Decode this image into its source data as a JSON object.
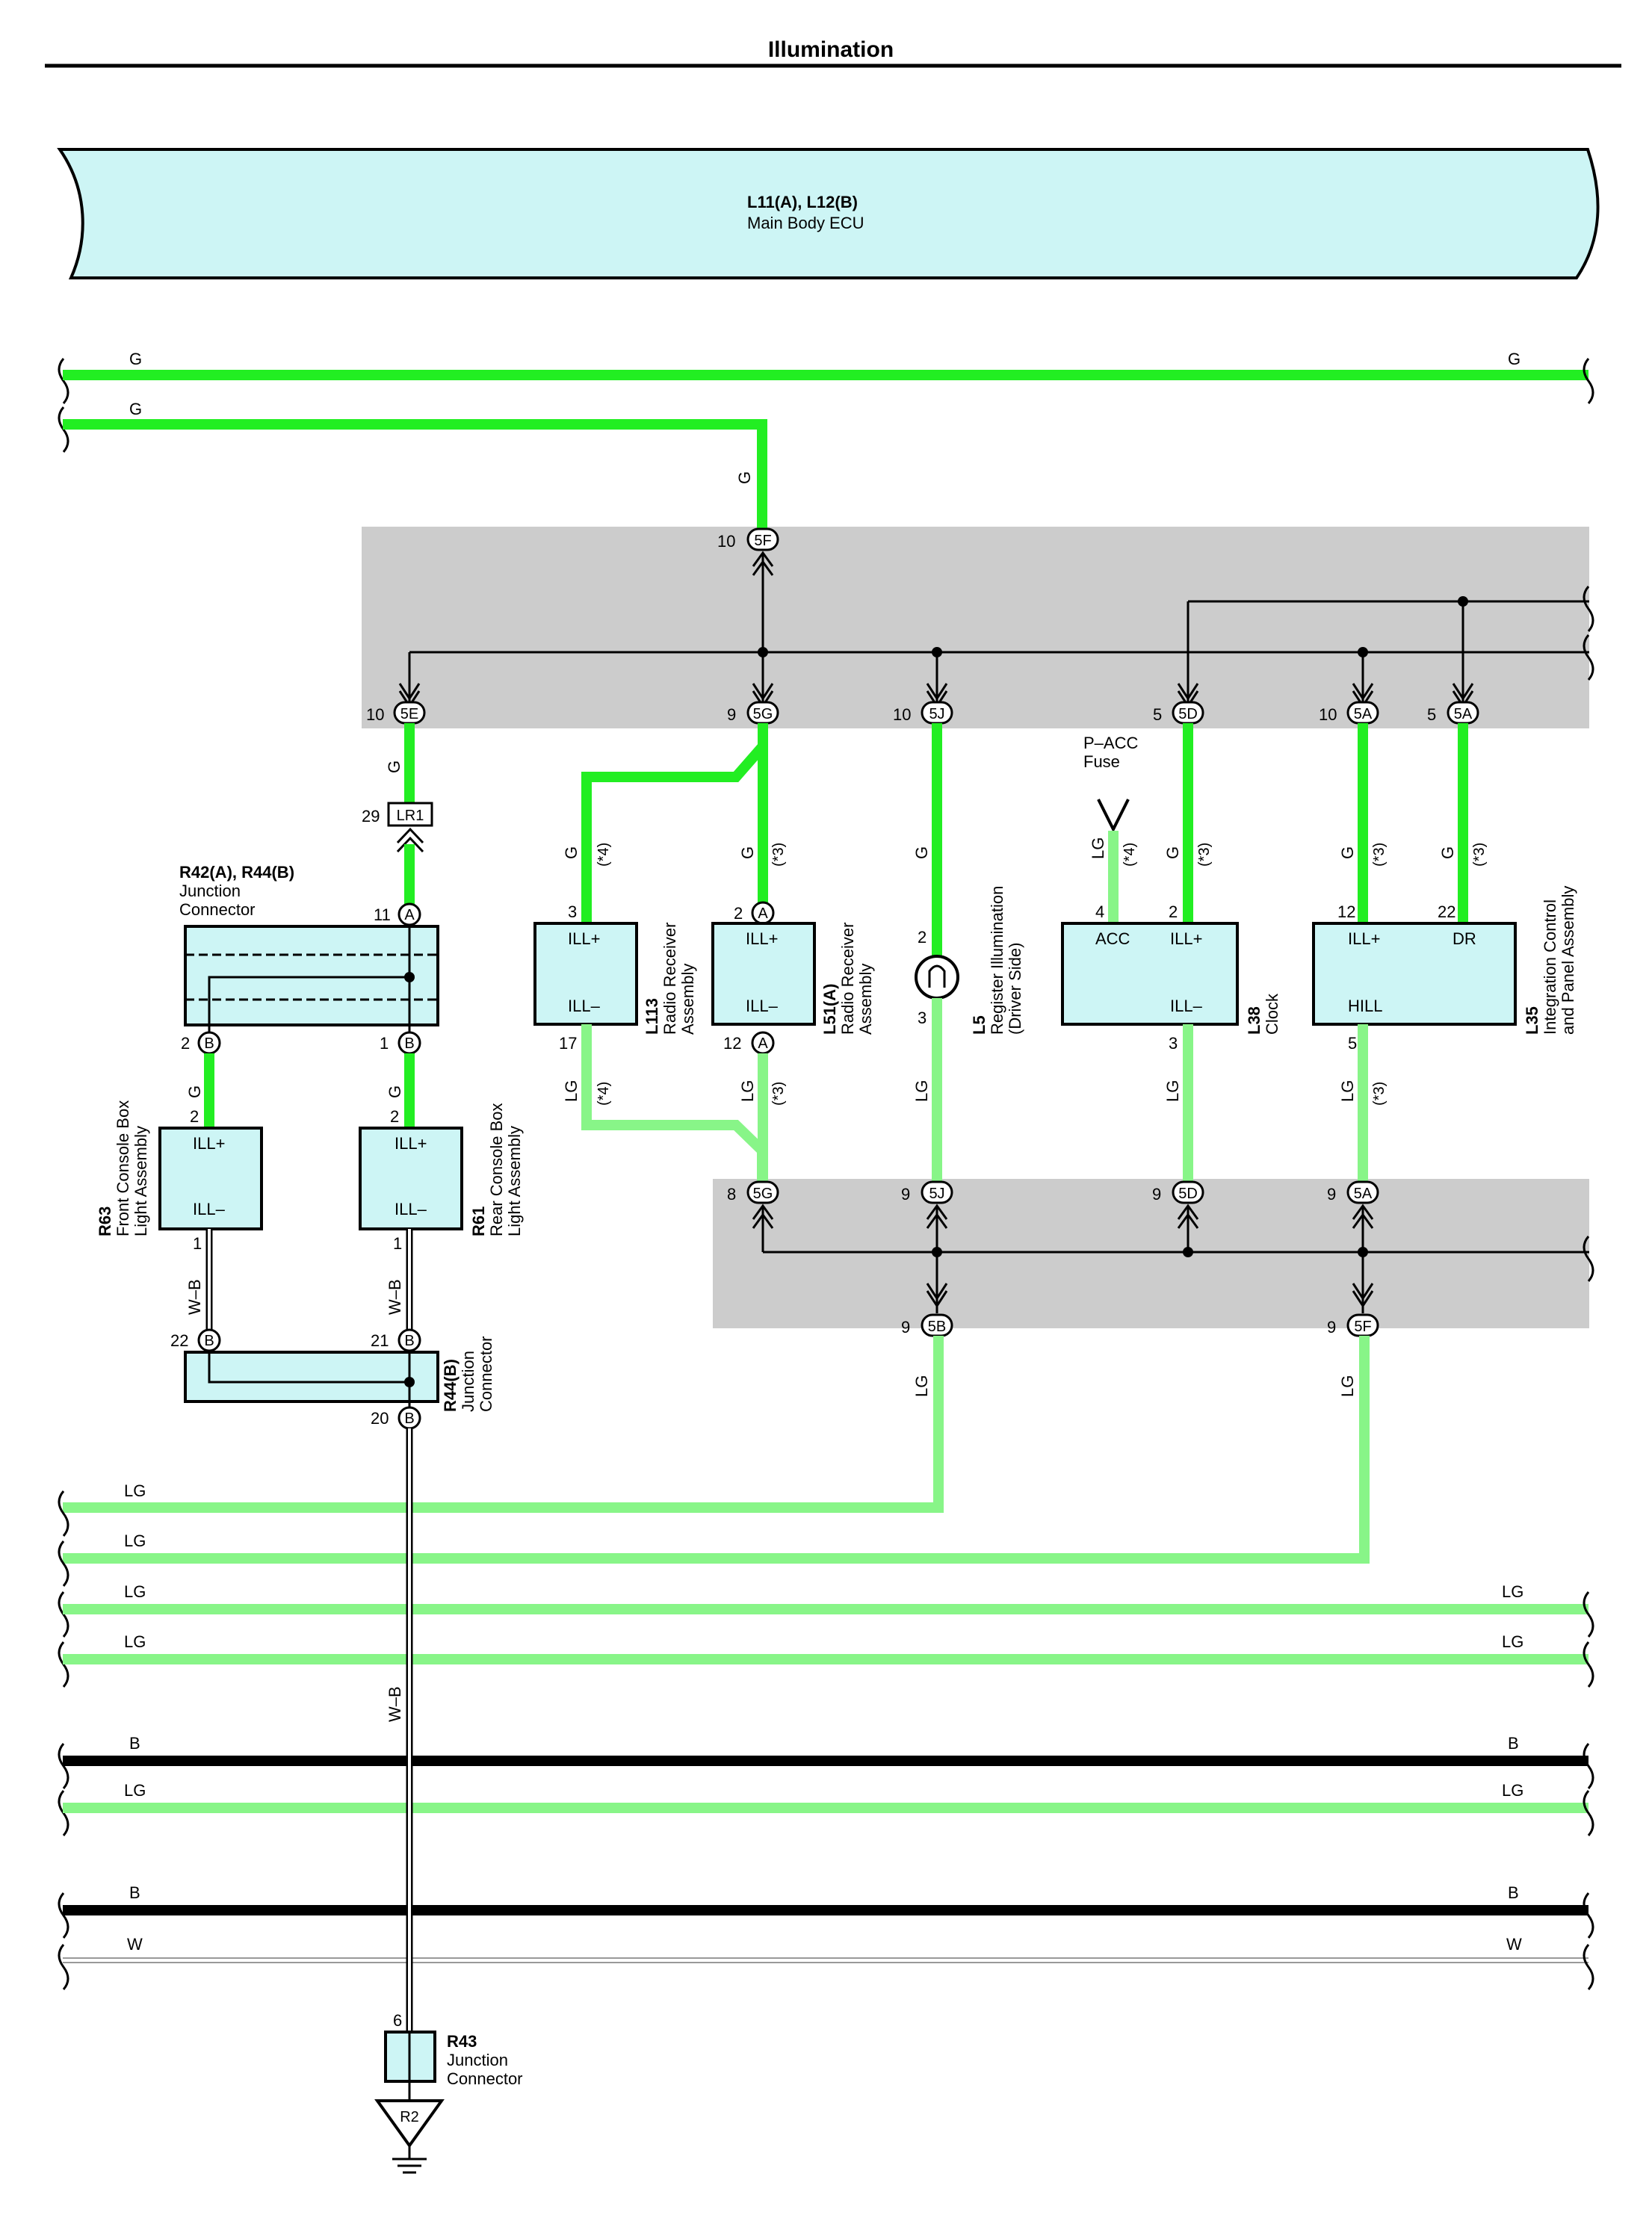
{
  "title": "Illumination",
  "ecu": {
    "code": "L11(A), L12(B)",
    "name": "Main Body ECU"
  },
  "wires": {
    "g": "G",
    "lg": "LG",
    "b": "B",
    "w": "W",
    "wb": "W–B"
  },
  "notes": {
    "n3": "(*3)",
    "n4": "(*4)"
  },
  "fuse": {
    "line1": "P–ACC",
    "line2": "Fuse"
  },
  "connectors": {
    "top_5F": "5F",
    "top_5E": "5E",
    "top_5G": "5G",
    "top_5J": "5J",
    "top_5D": "5D",
    "top_5A": "5A",
    "bot_5G": "5G",
    "bot_5J": "5J",
    "bot_5D": "5D",
    "bot_5A": "5A",
    "bot_5B": "5B",
    "bot_5F": "5F",
    "lr1": "LR1",
    "r2": "R2",
    "a": "A",
    "b": "B"
  },
  "pins": {
    "p10": "10",
    "p9": "9",
    "p5": "5",
    "p8": "8",
    "p29": "29",
    "p11": "11",
    "p2": "2",
    "p1": "1",
    "p3": "3",
    "p17": "17",
    "p12": "12",
    "p4": "4",
    "p22": "22",
    "p21": "21",
    "p20": "20",
    "p6": "6"
  },
  "components": {
    "r42": {
      "code": "R42(A), R44(B)",
      "line1": "Junction",
      "line2": "Connector"
    },
    "r63": {
      "code": "R63",
      "line1": "Front Console Box",
      "line2": "Light Assembly"
    },
    "r61": {
      "code": "R61",
      "line1": "Rear Console Box",
      "line2": "Light Assembly"
    },
    "r44": {
      "code": "R44(B)",
      "line1": "Junction",
      "line2": "Connector"
    },
    "l113": {
      "code": "L113",
      "line1": "Radio Receiver",
      "line2": "Assembly"
    },
    "l51": {
      "code": "L51(A)",
      "line1": "Radio Receiver",
      "line2": "Assembly"
    },
    "l5": {
      "code": "L5",
      "line1": "Register Illumination",
      "line2": "(Driver Side)"
    },
    "l38": {
      "code": "L38",
      "line1": "Clock"
    },
    "l35": {
      "code": "L35",
      "line1": "Integration Control",
      "line2": "and Panel Assembly"
    },
    "r43": {
      "code": "R43",
      "line1": "Junction",
      "line2": "Connector"
    }
  },
  "terminals": {
    "ill_plus": "ILL+",
    "ill_minus": "ILL–",
    "acc": "ACC",
    "hill": "HILL",
    "dr": "DR"
  }
}
